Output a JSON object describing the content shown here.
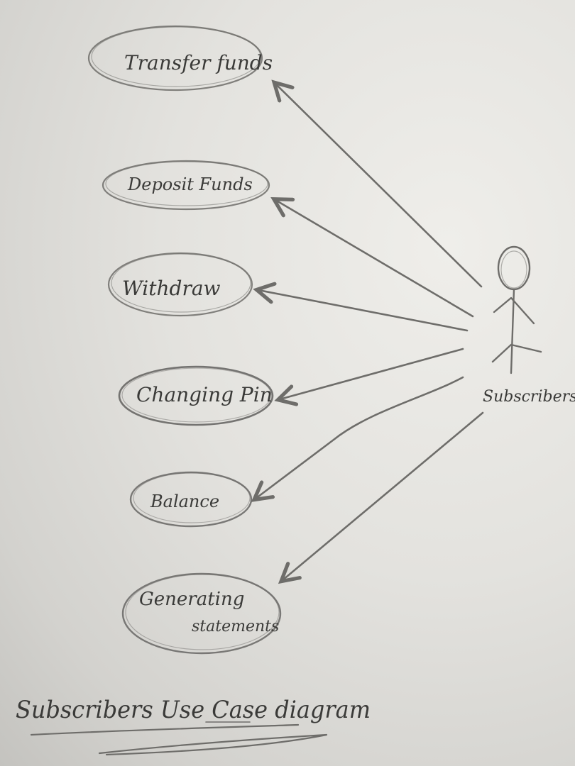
{
  "actor": {
    "name": "Subscribers"
  },
  "use_cases": [
    {
      "label": "Transfer funds"
    },
    {
      "label": "Deposit Funds"
    },
    {
      "label": "Withdraw"
    },
    {
      "label": "Changing Pin"
    },
    {
      "label": "Balance"
    },
    {
      "label_lines": [
        "Generating",
        "statements"
      ]
    }
  ],
  "caption": "Subscribers Use Case diagram",
  "colors": {
    "paper": "#e6e5e1",
    "pencil": "#6e6d6a",
    "ink": "#3a3a38"
  }
}
